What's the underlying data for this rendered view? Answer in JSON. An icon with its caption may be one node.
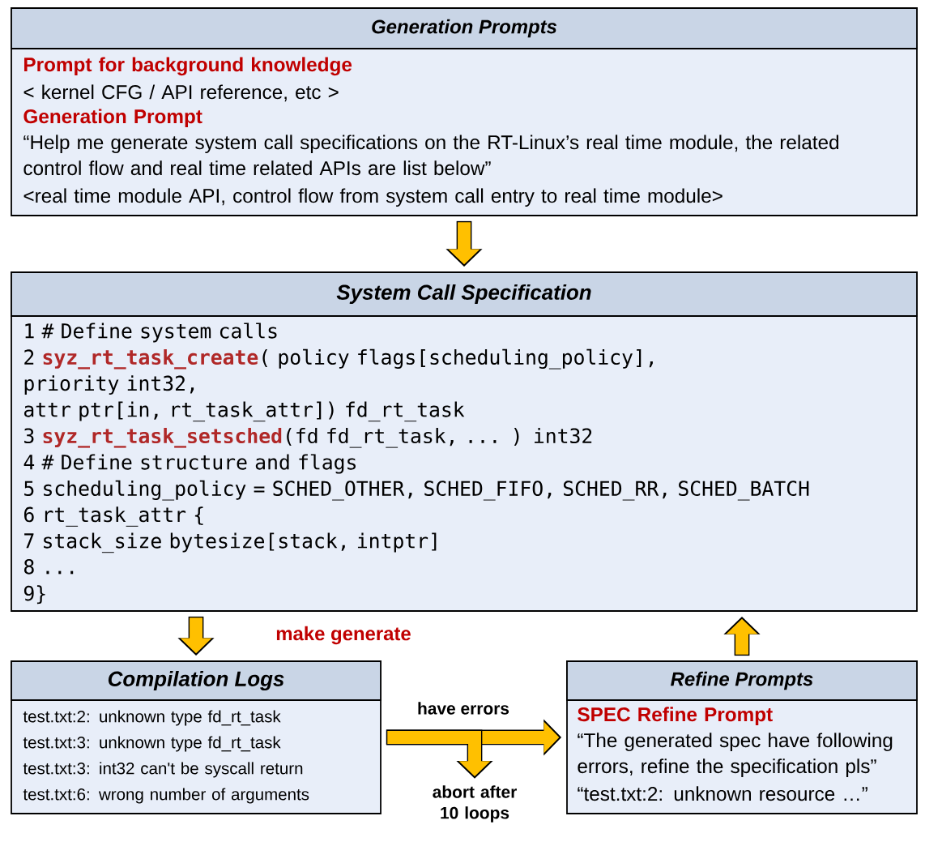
{
  "diagram": {
    "nodes": [
      {
        "text": [
          "Generation Prompts",
          "Prompt for background knowledge",
          "< kernel CFG / API reference, etc >",
          "Generation Prompt",
          "“Help me generate system call specifications on the RT-Linux’s real time module, the related control flow and real time related APIs are list below”",
          "<real time module API, control flow from system call entry to real time module>"
        ]
      },
      {
        "text": [
          "System Call Specification",
          "1 # Define system calls",
          "2 **syz_rt_task_create**( policy flags[scheduling_policy],",
          "priority int32,",
          "attr ptr[in, rt_task_attr]) fd_rt_task",
          "3 **syz_rt_task_setsched**(fd fd_rt_task, ... ) int32",
          "4 # Define structure and flags",
          "5 scheduling_policy = SCHED_OTHER, SCHED_FIFO, SCHED_RR, SCHED_BATCH",
          "6 rt_task_attr {",
          "7 stack_size bytesize[stack, intptr]",
          "8 ...",
          "9}"
        ]
      },
      {
        "text": [
          "Compilation Logs",
          "test.txt:2: unknown type fd_rt_task",
          "test.txt:3: unknown type fd_rt_task",
          "test.txt:3: int32 can't be syscall return",
          "test.txt:6: wrong number of arguments"
        ]
      },
      {
        "text": [
          "Refine Prompts",
          "SPEC Refine Prompt",
          "“The generated spec have following errors, refine the specification pls”",
          "“test.txt:2: unknown resource …”"
        ]
      },
      {
        "text": [
          "abort after 10 loops"
        ]
      }
    ],
    "edges": [
      {
        "from": 0,
        "to": 1,
        "arrow": "to"
      },
      {
        "from": 1,
        "to": 2,
        "arrow": "to",
        "label": "make generate"
      },
      {
        "from": 2,
        "to": 3,
        "arrow": "to",
        "label": "have errors"
      },
      {
        "from": 2,
        "to": 4,
        "arrow": "to"
      },
      {
        "from": 3,
        "to": 1,
        "arrow": "to"
      }
    ]
  }
}
